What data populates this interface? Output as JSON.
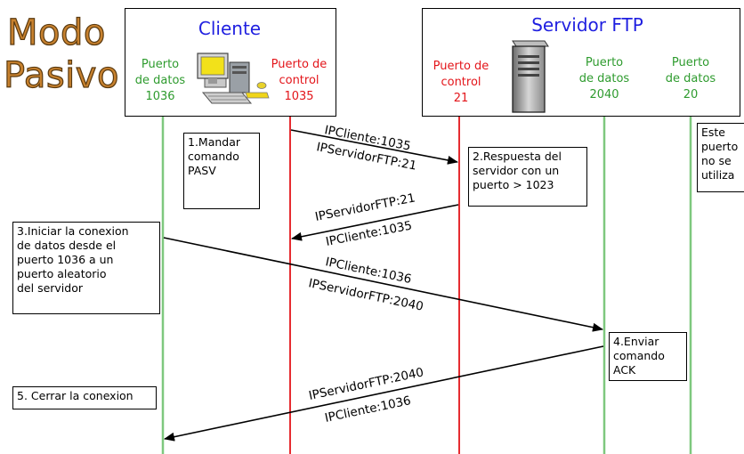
{
  "title": {
    "line1": "Modo",
    "line2": "Pasivo"
  },
  "client": {
    "name": "Cliente",
    "data_port_label": "Puerto\nde datos\n1036",
    "control_port_label": "Puerto de\ncontrol\n1035"
  },
  "server": {
    "name": "Servidor FTP",
    "control_port_label": "Puerto de\ncontrol\n21",
    "data_port_label": "Puerto\nde datos\n2040",
    "data_port2_label": "Puerto\nde datos\n20"
  },
  "notes": {
    "step1": "1.Mandar\n  comando\n  PASV",
    "step2": "2.Respuesta del\n  servidor con un\n  puerto > 1023",
    "step3": "3.Iniciar la conexion\n  de datos desde el\n  puerto 1036 a un\n  puerto aleatorio\n  del servidor",
    "step4": "4.Enviar\n  comando\n  ACK",
    "step5": "5. Cerrar la conexion",
    "unused": "Este\npuerto\nno se\nutiliza"
  },
  "arrows": {
    "a1_top": "IPCliente:1035",
    "a1_bottom": "IPServidorFTP:21",
    "a2_top": "IPServidorFTP:21",
    "a2_bottom": "IPCliente:1035",
    "a3_top": "IPCliente:1036",
    "a3_bottom": "IPServidorFTP:2040",
    "a4_top": "IPServidorFTP:2040",
    "a4_bottom": "IPCliente:1036"
  },
  "colors": {
    "green_line": "#7ec87e",
    "red_line": "#e3151a",
    "green_text": "#2e9b2e",
    "red_text": "#e3151a",
    "blue_text": "#1f1fe0"
  },
  "icons": {
    "client": "desktop-computer-icon",
    "server": "server-tower-icon"
  }
}
